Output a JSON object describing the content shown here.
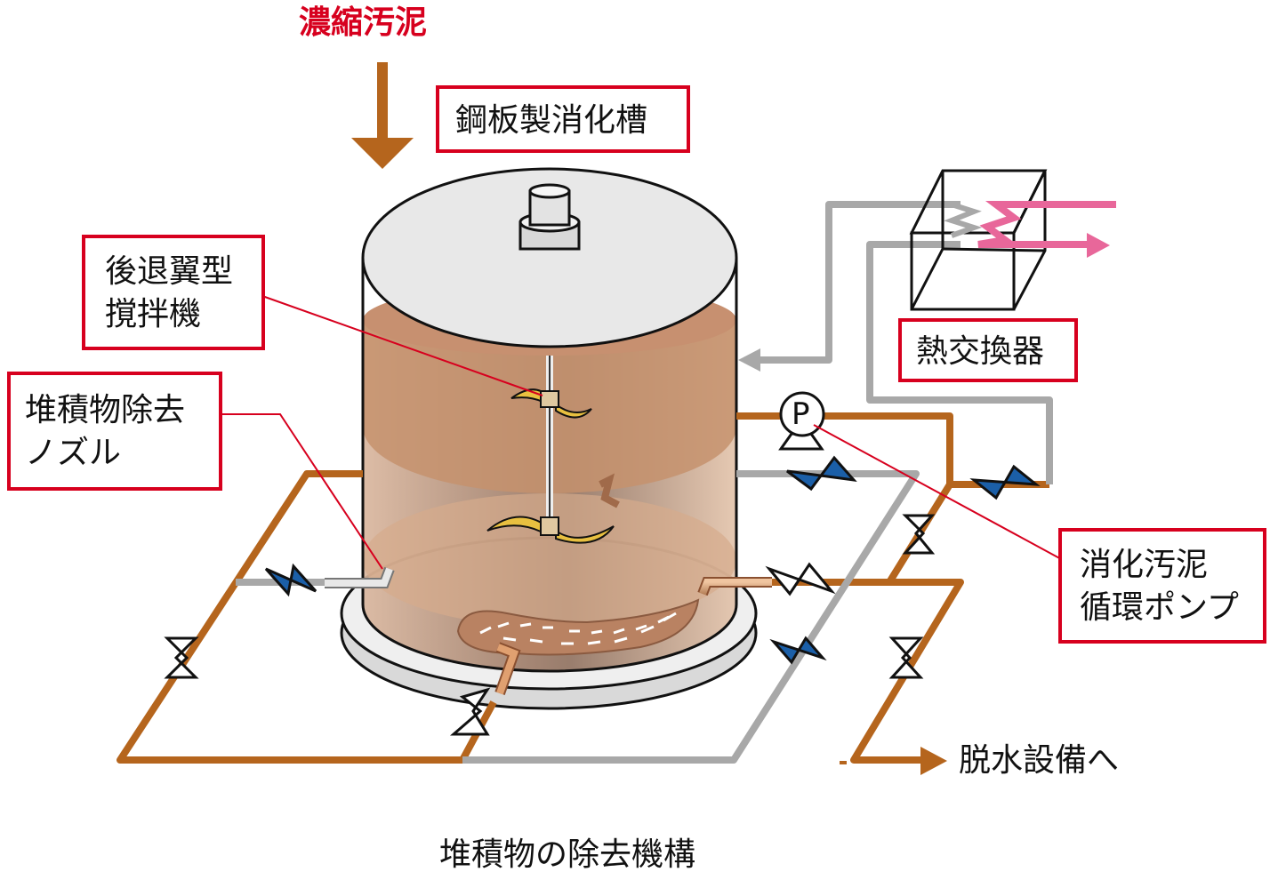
{
  "title_input": "濃縮汚泥",
  "tank_label": "鋼板製消化槽",
  "mixer_label": [
    "後退翼型",
    "撹拌機"
  ],
  "nozzle_label": [
    "堆積物除去",
    "ノズル"
  ],
  "heat_exchanger_label": "熱交換器",
  "pump_label": [
    "消化汚泥",
    "循環ポンプ"
  ],
  "pump_symbol": "P",
  "dewatering_label": "脱水設備へ",
  "caption": "堆積物の除去機構",
  "colors": {
    "sludge_pipe": "#b5651d",
    "heat_pipe": "#a8a8a8",
    "hot_water": "#e8679a",
    "callout": "#d7001e",
    "valve_open": "#1b5fa8"
  }
}
